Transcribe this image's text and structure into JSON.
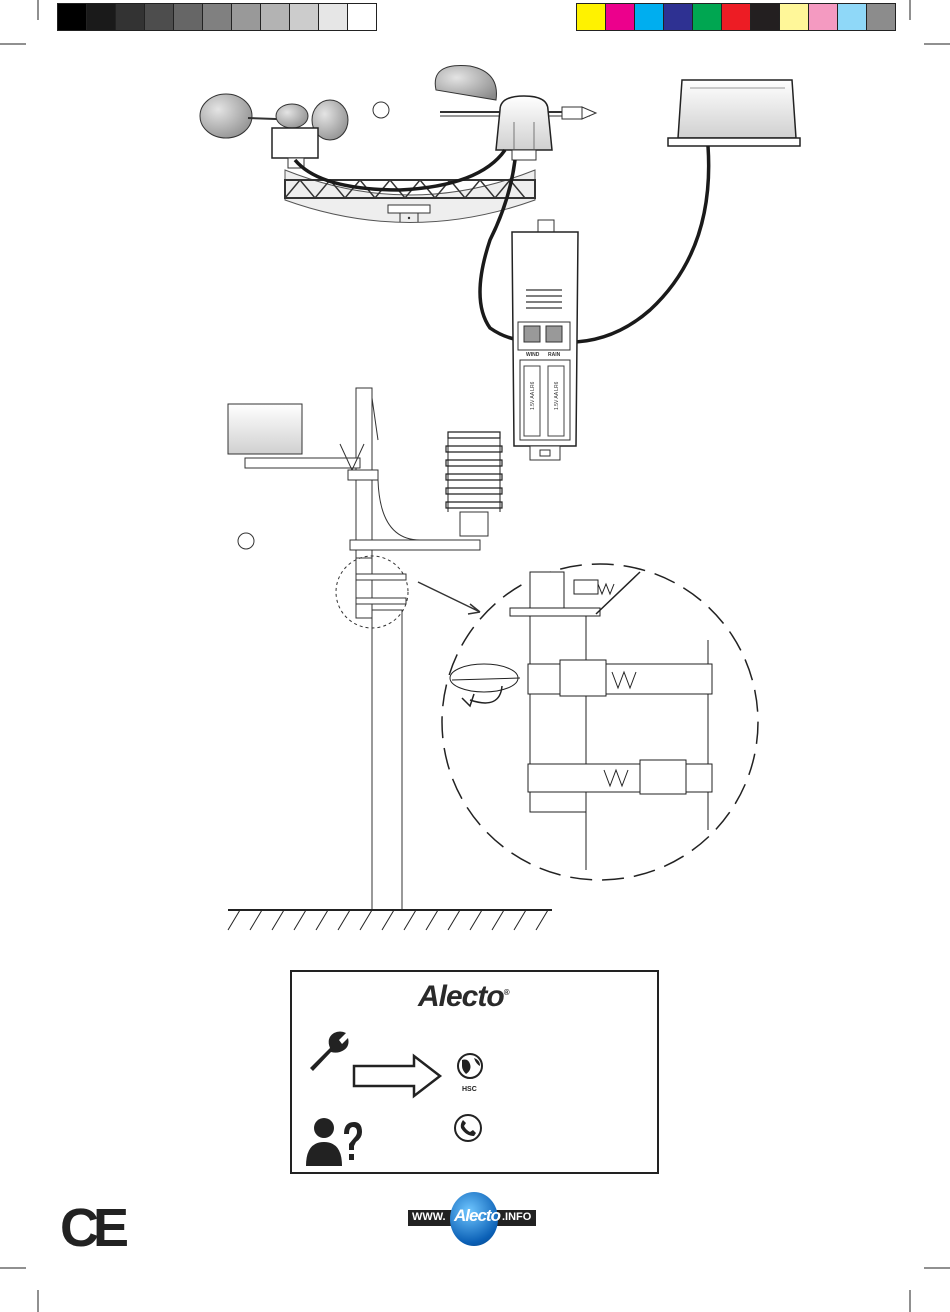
{
  "color_bar": {
    "gray_steps": [
      "#000000",
      "#1a1a1a",
      "#333333",
      "#4d4d4d",
      "#666666",
      "#808080",
      "#999999",
      "#b3b3b3",
      "#cccccc",
      "#e6e6e6",
      "#ffffff"
    ],
    "process_colors": [
      "#fff200",
      "#ec008c",
      "#00aeef",
      "#2e3192",
      "#00a651",
      "#ed1c24",
      "#231f20",
      "#fff799",
      "#f49ac1",
      "#8fd8f8",
      "#8c8c8c"
    ]
  },
  "step_markers": [
    "",
    ""
  ],
  "transmitter": {
    "port_labels": [
      "WIND",
      "RAIN"
    ],
    "battery_labels": [
      "1.5V AA LR6",
      "1.5V AA LR6"
    ]
  },
  "service": {
    "brand": "Alecto",
    "registered_mark": "®",
    "hsc_label": "HSC",
    "icons": [
      "wrench-icon",
      "arrow-right-icon",
      "globe-icon",
      "user-question-icon",
      "phone-icon"
    ]
  },
  "footer": {
    "ce_mark": "CE",
    "web_prefix": "WWW.",
    "web_brand": "Alecto",
    "web_suffix": ".INFO"
  }
}
